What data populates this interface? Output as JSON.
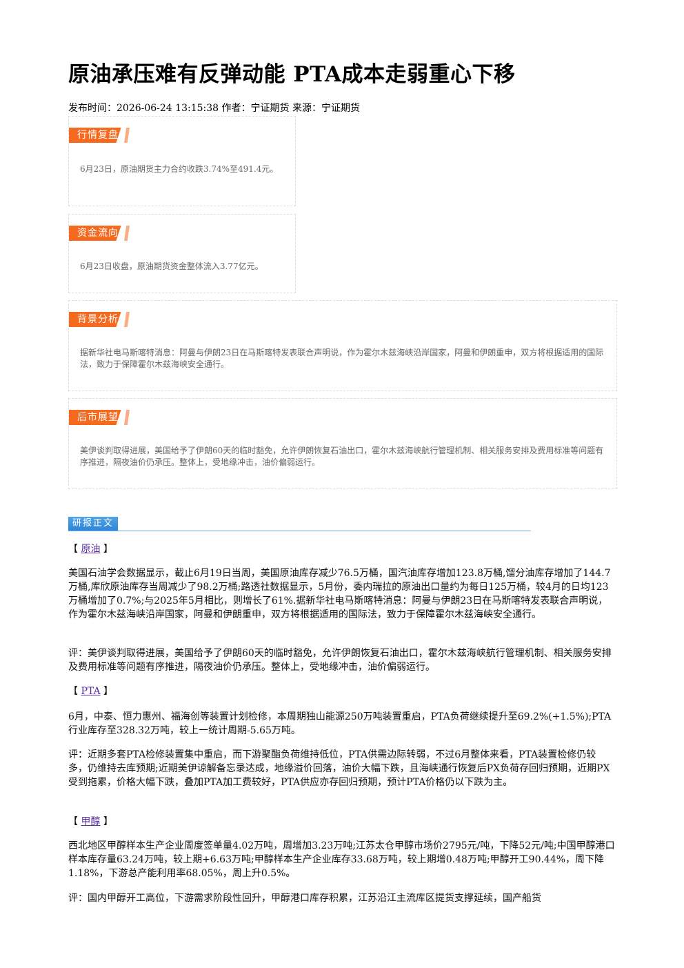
{
  "title": "原油承压难有反弹动能 PTA成本走弱重心下移",
  "meta": "发布时间：2026-06-24 13:15:38 作者：宁证期货 来源：宁证期货",
  "boxes": [
    {
      "tag": "行情复盘",
      "text": "6月23日，原油期货主力合约收跌3.74%至491.4元。"
    },
    {
      "tag": "资金流向",
      "text": "6月23日收盘，原油期货资金整体流入3.77亿元。"
    },
    {
      "tag": "背景分析",
      "text": "据新华社电马斯喀特消息：阿曼与伊朗23日在马斯喀特发表联合声明说，作为霍尔木兹海峡沿岸国家，阿曼和伊朗重申，双方将根据适用的国际法，致力于保障霍尔木兹海峡安全通行。"
    },
    {
      "tag": "后市展望",
      "text": "美伊谈判取得进展，美国给予了伊朗60天的临时豁免，允许伊朗恢复石油出口，霍尔木兹海峡航行管理机制、相关服务安排及费用标准等问题有序推进，隔夜油价仍承压。整体上，受地缘冲击，油价偏弱运行。"
    }
  ],
  "section_label": "研报正文",
  "sections": [
    {
      "name": "原油",
      "paragraphs": [
        "美国石油学会数据显示，截止6月19日当周，美国原油库存减少76.5万桶，国汽油库存增加123.8万桶,馏分油库存增加了144.7万桶,库欣原油库存当周减少了98.2万桶;路透社数据显示，5月份，委内瑞拉的原油出口量约为每日125万桶，较4月的日均123万桶增加了0.7%;与2025年5月相比，则增长了61%.据新华社电马斯喀特消息：阿曼与伊朗23日在马斯喀特发表联合声明说，作为霍尔木兹海峡沿岸国家，阿曼和伊朗重申，双方将根据适用的国际法，致力于保障霍尔木兹海峡安全通行。",
        "评：美伊谈判取得进展，美国给予了伊朗60天的临时豁免，允许伊朗恢复石油出口，霍尔木兹海峡航行管理机制、相关服务安排及费用标准等问题有序推进，隔夜油价仍承压。整体上，受地缘冲击，油价偏弱运行。"
      ]
    },
    {
      "name": "PTA",
      "paragraphs": [
        "6月，中泰、恒力惠州、福海创等装置计划检修，本周期独山能源250万吨装置重启，PTA负荷继续提升至69.2%(+1.5%);PTA行业库存至328.32万吨，较上一统计周期-5.65万吨。",
        "评：近期多套PTA检修装置集中重启，而下游聚酯负荷维持低位，PTA供需边际转弱，不过6月整体来看，PTA装置检修仍较多，仍维持去库预期;近期美伊谅解备忘录达成，地缘溢价回落，油价大幅下跌，且海峡通行恢复后PX负荷存回归预期，近期PX受到拖累，价格大幅下跌，叠加PTA加工费较好，PTA供应亦存回归预期，预计PTA价格仍以下跌为主。"
      ]
    },
    {
      "name": "甲醇",
      "paragraphs": [
        "西北地区甲醇样本生产企业周度签单量4.02万吨，周增加3.23万吨;江苏太仓甲醇市场价2795元/吨，下降52元/吨;中国甲醇港口样本库存量63.24万吨，较上期+6.63万吨;甲醇样本生产企业库存33.68万吨，较上期增0.48万吨;甲醇开工90.44%，周下降1.18%，下游总产能利用率68.05%，周上升0.5%。",
        "评：国内甲醇开工高位，下游需求阶段性回升，甲醇港口库存积累，江苏沿江主流库区提货支撑延续，国产船货"
      ]
    }
  ]
}
